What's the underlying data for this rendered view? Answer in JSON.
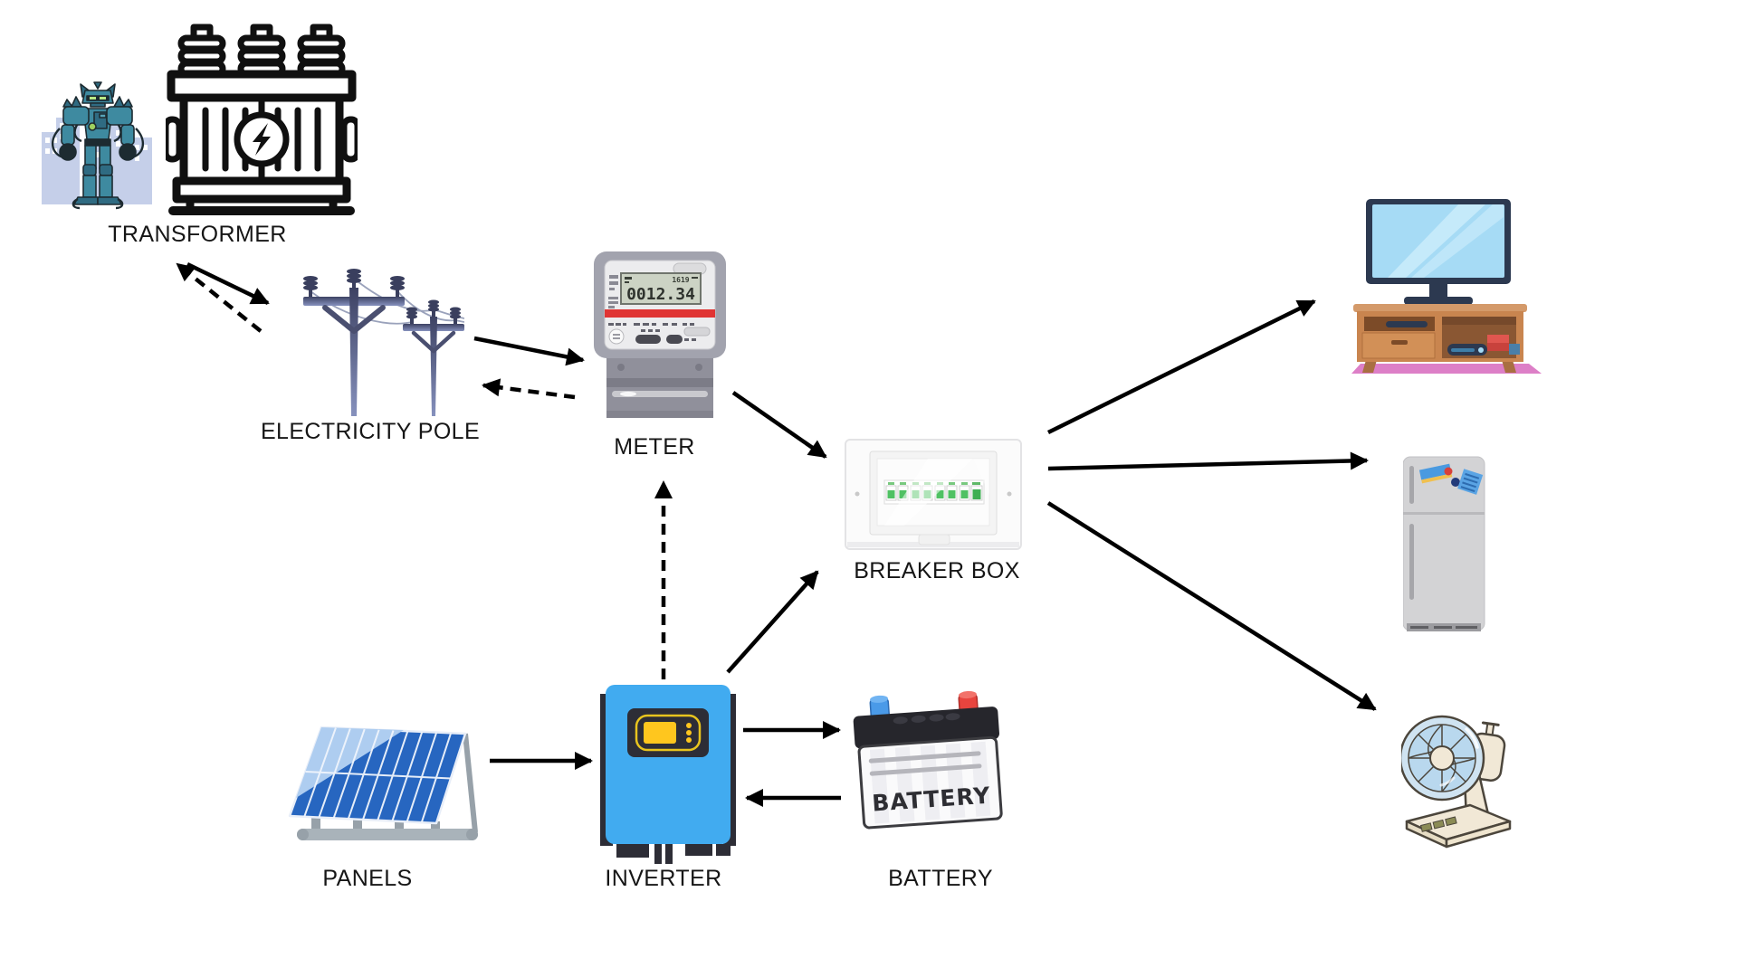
{
  "page": {
    "background": "#ffffff",
    "description": "Solar / grid power flow diagram"
  },
  "nodes": {
    "transformer": {
      "label": "TRANSFORMER"
    },
    "electricity_pole": {
      "label": "ELECTRICITY POLE"
    },
    "meter": {
      "label": "METER",
      "lcd_reading": "0012.34",
      "lcd_small": "1619"
    },
    "breaker_box": {
      "label": "BREAKER BOX"
    },
    "panels": {
      "label": "PANELS"
    },
    "inverter": {
      "label": "INVERTER"
    },
    "battery": {
      "label": "BATTERY",
      "case_text": "BATTERY"
    },
    "tv": {
      "name": "television with media cabinet"
    },
    "refrigerator": {
      "name": "refrigerator"
    },
    "fan": {
      "name": "desk fan"
    }
  },
  "connections": [
    {
      "from": "transformer",
      "to": "electricity_pole",
      "style": "solid"
    },
    {
      "from": "electricity_pole",
      "to": "transformer",
      "style": "dashed"
    },
    {
      "from": "electricity_pole",
      "to": "meter",
      "style": "solid"
    },
    {
      "from": "meter",
      "to": "electricity_pole",
      "style": "dashed"
    },
    {
      "from": "meter",
      "to": "breaker_box",
      "style": "solid"
    },
    {
      "from": "inverter",
      "to": "meter",
      "style": "dashed"
    },
    {
      "from": "inverter",
      "to": "breaker_box",
      "style": "solid"
    },
    {
      "from": "panels",
      "to": "inverter",
      "style": "solid"
    },
    {
      "from": "inverter",
      "to": "battery",
      "style": "solid"
    },
    {
      "from": "battery",
      "to": "inverter",
      "style": "solid"
    },
    {
      "from": "breaker_box",
      "to": "tv",
      "style": "solid"
    },
    {
      "from": "breaker_box",
      "to": "refrigerator",
      "style": "solid"
    },
    {
      "from": "breaker_box",
      "to": "fan",
      "style": "solid"
    }
  ],
  "colors": {
    "arrow": "#000000",
    "label_text": "#161616",
    "inverter_blue": "#41abf0",
    "inverter_screen_yellow": "#ffc61e",
    "breaker_green": "#4fc163",
    "battery_terminal_blue": "#4a9ae8",
    "battery_terminal_red": "#e8443e",
    "meter_stripe_red": "#e03434",
    "panel_blue": "#2766c0",
    "pole_slate": "#3d4263",
    "tv_screen_blue": "#a6dbf5",
    "rug_pink": "#dd7fc7",
    "fridge_gray": "#d3d3d5",
    "fan_cream": "#f1e8d6",
    "robot_teal": "#3e8aa0"
  }
}
